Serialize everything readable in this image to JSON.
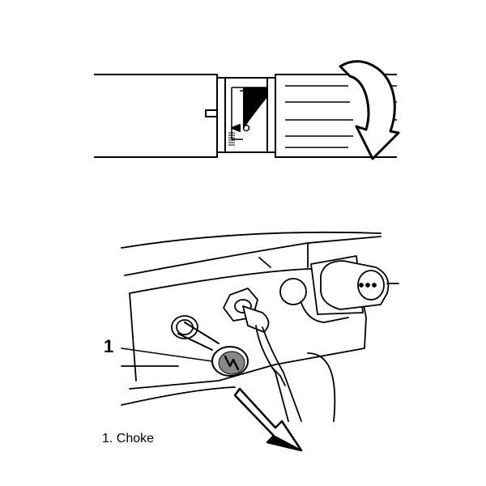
{
  "figure_top": {
    "name": "throttle-grip-rotation",
    "direction_icon": "curved-arrow-down-icon"
  },
  "figure_bottom": {
    "name": "engine-control-panel",
    "pull_arrow_icon": "arrow-down-right-icon"
  },
  "callouts": [
    {
      "number": "1",
      "label": "Choke"
    }
  ],
  "legend": {
    "item_1": "1.  Choke"
  }
}
